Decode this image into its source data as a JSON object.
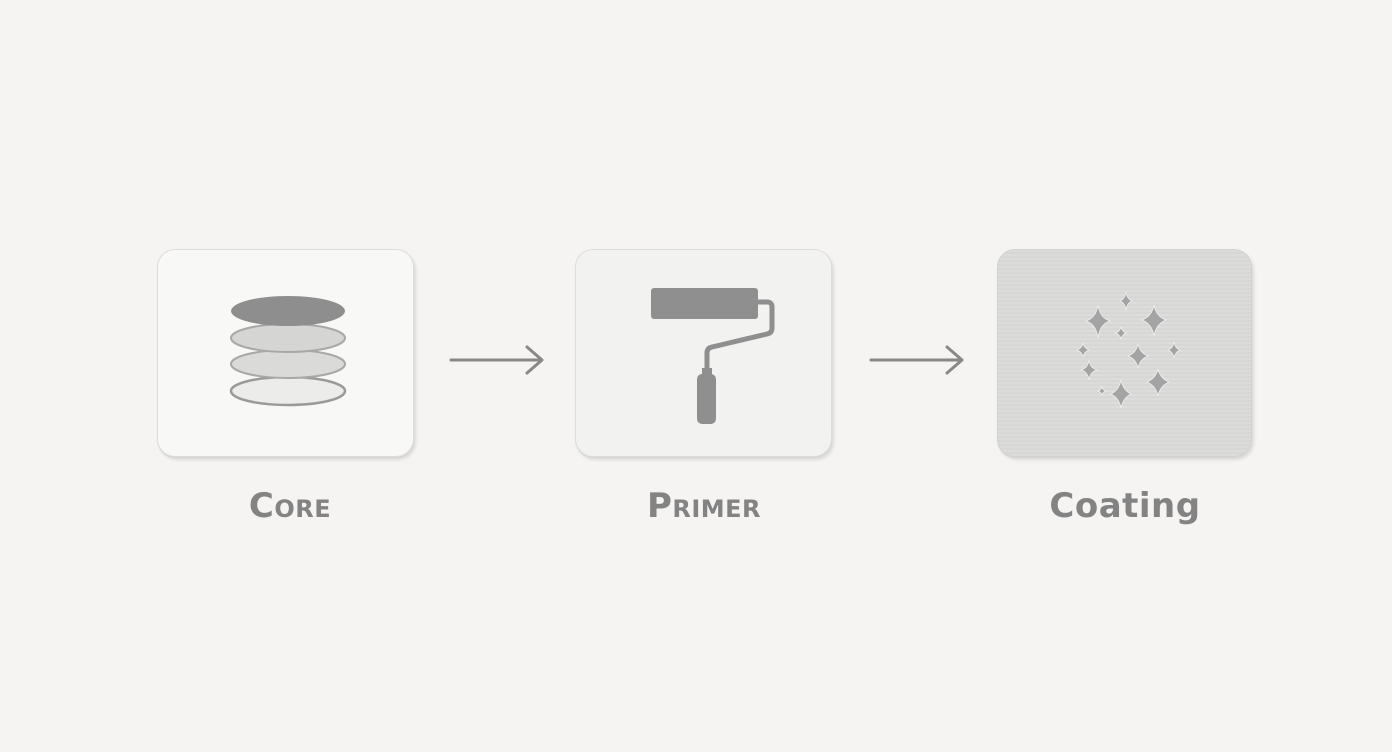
{
  "steps": [
    {
      "label": "Core",
      "icon": "layered-discs-icon"
    },
    {
      "label": "Primer",
      "icon": "paint-roller-icon"
    },
    {
      "label": "Coating",
      "icon": "sparkles-icon"
    }
  ],
  "connectors": [
    "arrow-right-icon",
    "arrow-right-icon"
  ],
  "colors": {
    "background": "#f5f4f2",
    "icon": "#8a8a8a",
    "label": "#838383",
    "arrow": "#888888"
  }
}
